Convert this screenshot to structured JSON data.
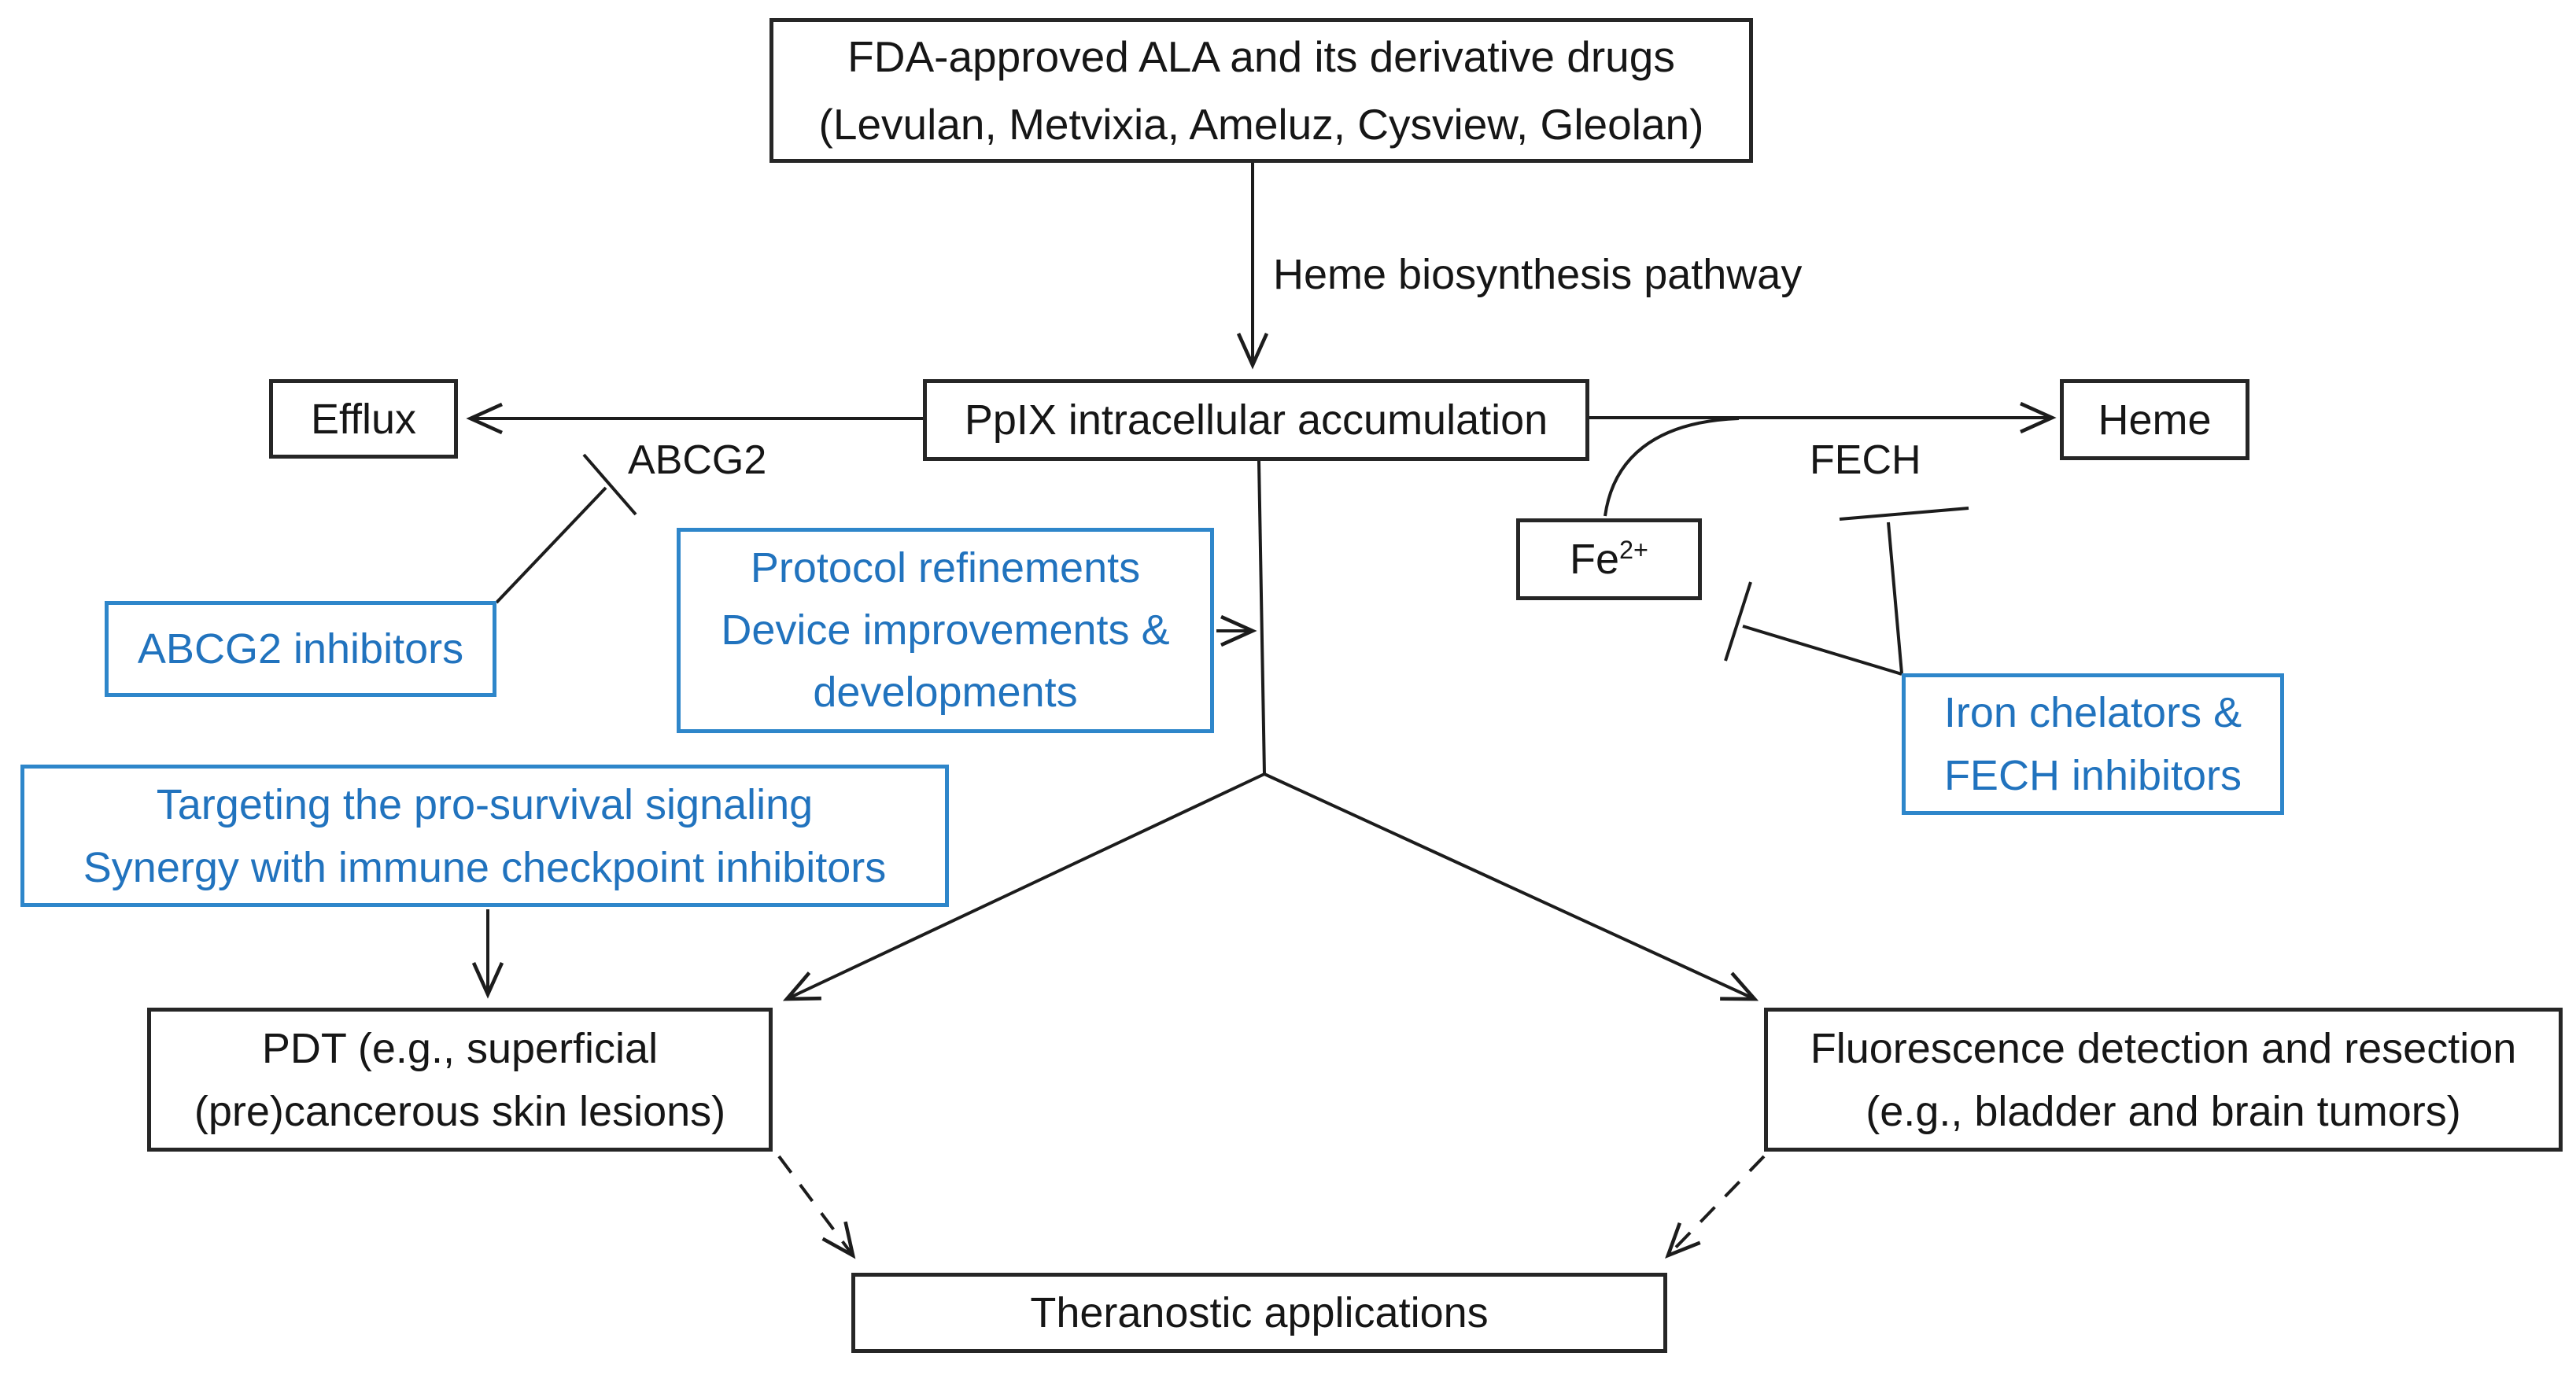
{
  "diagram": {
    "title_domain": "ALA-PDT heme biosynthesis pathway flowchart",
    "colors": {
      "background": "#ffffff",
      "black_line": "#1c1c1c",
      "black_border": "#262626",
      "accent_blue_border": "#2E86CA",
      "accent_blue_text": "#2173BE"
    },
    "nodes": {
      "fda_drugs": {
        "line1": "FDA-approved ALA and its derivative drugs",
        "line2": "(Levulan, Metvixia, Ameluz, Cysview, Gleolan)"
      },
      "ppix": {
        "label": "PpIX intracellular accumulation"
      },
      "efflux": {
        "label": "Efflux"
      },
      "heme": {
        "label": "Heme"
      },
      "fe_ion": {
        "base": "Fe",
        "sup": "2+"
      },
      "abcg2_inhibitors": {
        "label": "ABCG2 inhibitors"
      },
      "protocol": {
        "lines": [
          "Protocol refinements",
          "Device improvements &",
          "developments"
        ]
      },
      "iron_chelators": {
        "lines": [
          "Iron chelators &",
          "FECH inhibitors"
        ]
      },
      "targeting": {
        "lines": [
          "Targeting the pro-survival signaling",
          "Synergy with immune checkpoint inhibitors"
        ]
      },
      "pdt": {
        "lines": [
          "PDT (e.g., superficial",
          "(pre)cancerous skin lesions)"
        ]
      },
      "fluorescence": {
        "lines": [
          "Fluorescence detection and resection",
          "(e.g., bladder and brain tumors)"
        ]
      },
      "theranostic": {
        "label": "Theranostic applications"
      }
    },
    "edge_labels": {
      "heme_pathway": "Heme biosynthesis pathway",
      "abcg2": "ABCG2",
      "fech": "FECH"
    }
  }
}
